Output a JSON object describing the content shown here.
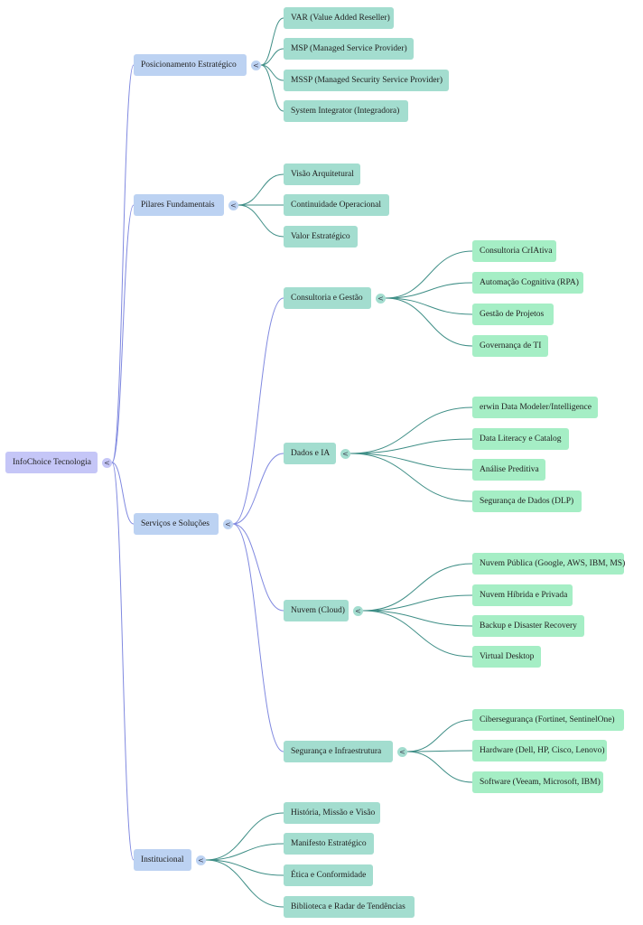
{
  "colors": {
    "root": "#c5c6f7",
    "level1": "#bcd2f2",
    "level2": "#a3ddcf",
    "level3": "#a5eec5",
    "link_root": "#8089e0",
    "link_branch": "#3e8e86"
  },
  "toggle_icon": "chevron-left-icon",
  "toggle_glyph": "<",
  "root": {
    "label": "InfoChoice Tecnologia"
  },
  "branches": [
    {
      "label": "Posicionamento Estratégico",
      "children": [
        {
          "label": "VAR (Value Added Reseller)"
        },
        {
          "label": "MSP (Managed Service Provider)"
        },
        {
          "label": "MSSP (Managed Security Service Provider)"
        },
        {
          "label": "System Integrator (Integradora)"
        }
      ]
    },
    {
      "label": "Pilares Fundamentais",
      "children": [
        {
          "label": "Visão Arquitetural"
        },
        {
          "label": "Continuidade Operacional"
        },
        {
          "label": "Valor Estratégico"
        }
      ]
    },
    {
      "label": "Serviços e Soluções",
      "children": [
        {
          "label": "Consultoria e Gestão",
          "children": [
            {
              "label": "Consultoria CrIAtiva"
            },
            {
              "label": "Automação Cognitiva (RPA)"
            },
            {
              "label": "Gestão de Projetos"
            },
            {
              "label": "Governança de TI"
            }
          ]
        },
        {
          "label": "Dados e IA",
          "children": [
            {
              "label": "erwin Data Modeler/Intelligence"
            },
            {
              "label": "Data Literacy e Catalog"
            },
            {
              "label": "Análise Preditiva"
            },
            {
              "label": "Segurança de Dados (DLP)"
            }
          ]
        },
        {
          "label": "Nuvem (Cloud)",
          "children": [
            {
              "label": "Nuvem Pública (Google, AWS, IBM, MS)"
            },
            {
              "label": "Nuvem Híbrida e Privada"
            },
            {
              "label": "Backup e Disaster Recovery"
            },
            {
              "label": "Virtual Desktop"
            }
          ]
        },
        {
          "label": "Segurança e Infraestrutura",
          "children": [
            {
              "label": "Cibersegurança (Fortinet, SentinelOne)"
            },
            {
              "label": "Hardware (Dell, HP, Cisco, Lenovo)"
            },
            {
              "label": "Software (Veeam, Microsoft, IBM)"
            }
          ]
        }
      ]
    },
    {
      "label": "Institucional",
      "children": [
        {
          "label": "História, Missão e Visão"
        },
        {
          "label": "Manifesto Estratégico"
        },
        {
          "label": "Ética e Conformidade"
        },
        {
          "label": "Biblioteca e Radar de Tendências"
        }
      ]
    }
  ]
}
